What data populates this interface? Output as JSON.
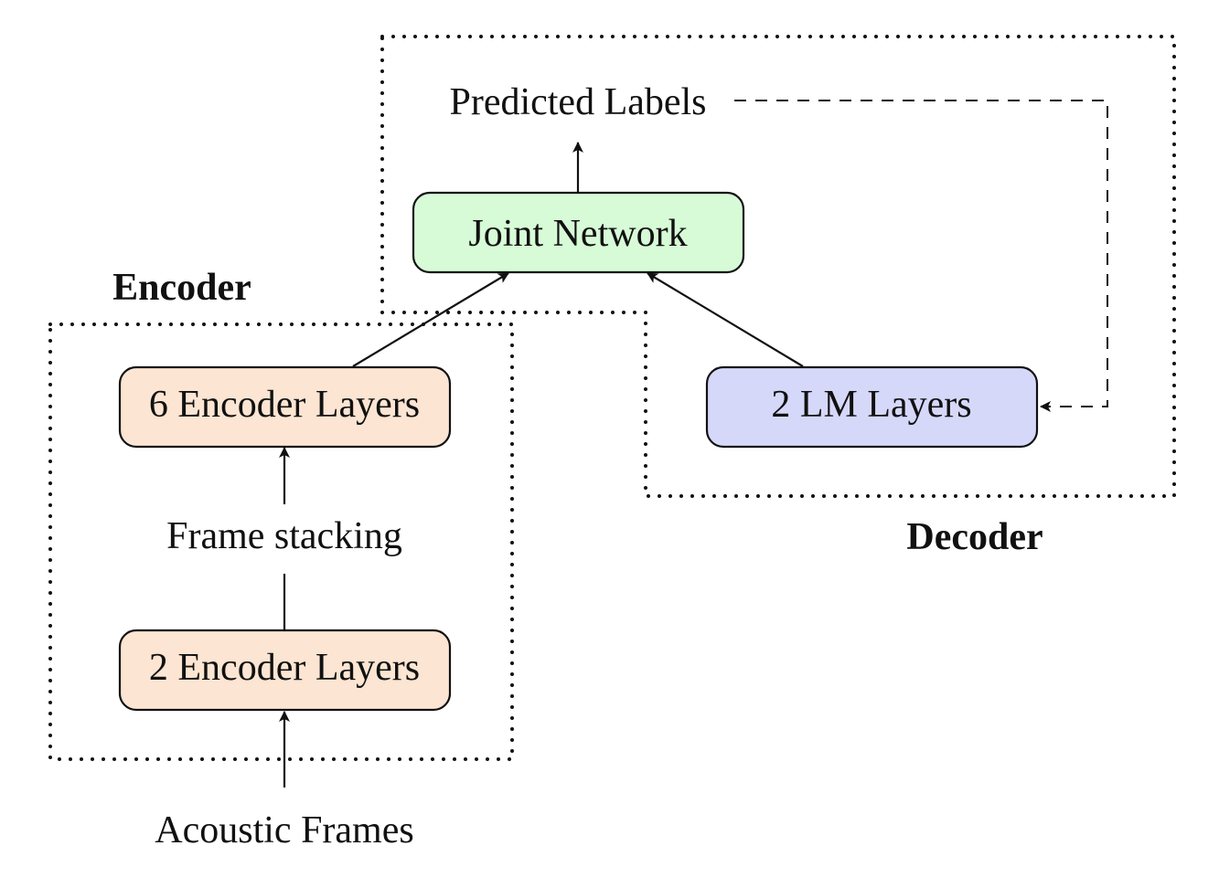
{
  "regions": {
    "encoder_label": "Encoder",
    "decoder_label": "Decoder"
  },
  "nodes": {
    "joint_network": "Joint Network",
    "encoder_layers_top": "6 Encoder Layers",
    "encoder_layers_bottom": "2 Encoder Layers",
    "lm_layers": "2 LM Layers"
  },
  "labels": {
    "predicted_labels": "Predicted Labels",
    "frame_stacking": "Frame stacking",
    "acoustic_frames": "Acoustic Frames"
  },
  "colors": {
    "joint_network_fill": "#d7fad7",
    "encoder_fill": "#fce5d2",
    "lm_fill": "#d6d8fa"
  }
}
